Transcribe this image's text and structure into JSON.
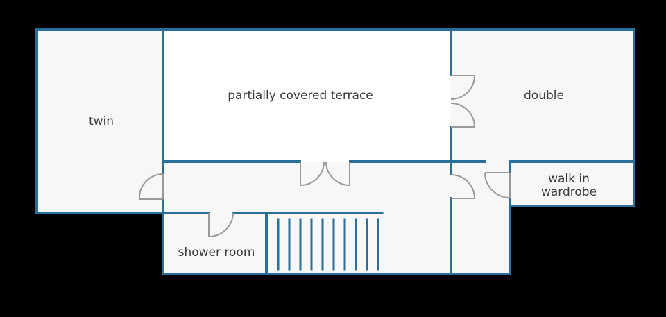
{
  "plan": {
    "colors": {
      "background": "#000000",
      "wall": "#2a6e9a",
      "room_fill": "#f7f7f7",
      "terrace_fill": "#ffffff",
      "door": "#999999",
      "label": "#3a3a3a"
    },
    "rooms": {
      "twin": "twin",
      "terrace": "partially covered terrace",
      "double": "double",
      "walk_in_line1": "walk in",
      "walk_in_line2": "wardrobe",
      "shower": "shower room"
    }
  }
}
